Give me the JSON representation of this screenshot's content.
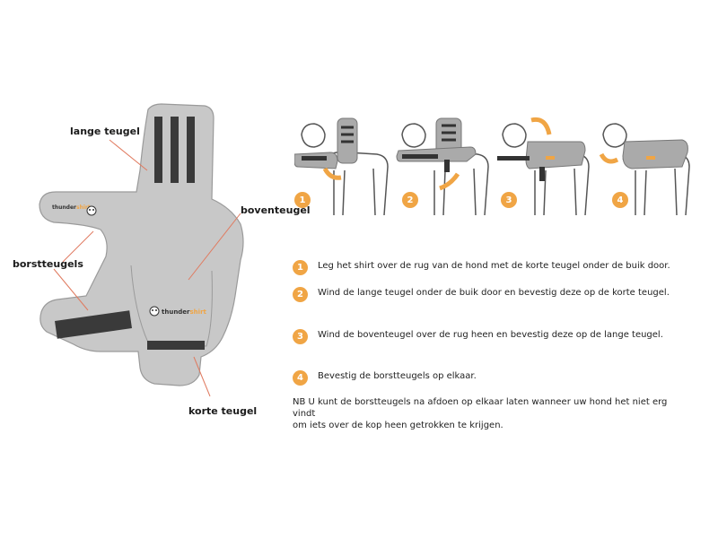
{
  "labels": {
    "lange_teugel": "lange teugel",
    "boventeugel": "boventeugel",
    "borstteugels": "borstteugels",
    "korte_teugel": "korte teugel"
  },
  "logo_text": "thunder",
  "logo_text2": "shirt",
  "step_numbers": [
    "1",
    "2",
    "3",
    "4"
  ],
  "steps": [
    {
      "num": "1",
      "text": "Leg het shirt over de rug van de hond met de korte teugel onder de buik door."
    },
    {
      "num": "2",
      "text": "Wind de lange teugel onder de buik door en bevestig deze op de korte teugel."
    },
    {
      "num": "3",
      "text": "Wind de boventeugel over de rug heen en bevestig deze op de lange teugel."
    },
    {
      "num": "4",
      "text": "Bevestig de borstteugels op elkaar."
    }
  ],
  "note": {
    "line1": "NB  U kunt de borstteugels na afdoen op elkaar laten wanneer uw hond het niet erg vindt",
    "line2": "om iets over de kop heen getrokken te krijgen."
  },
  "colors": {
    "accent": "#f0a545",
    "shirt": "#c8c8c8",
    "strap": "#3a3a3a"
  }
}
